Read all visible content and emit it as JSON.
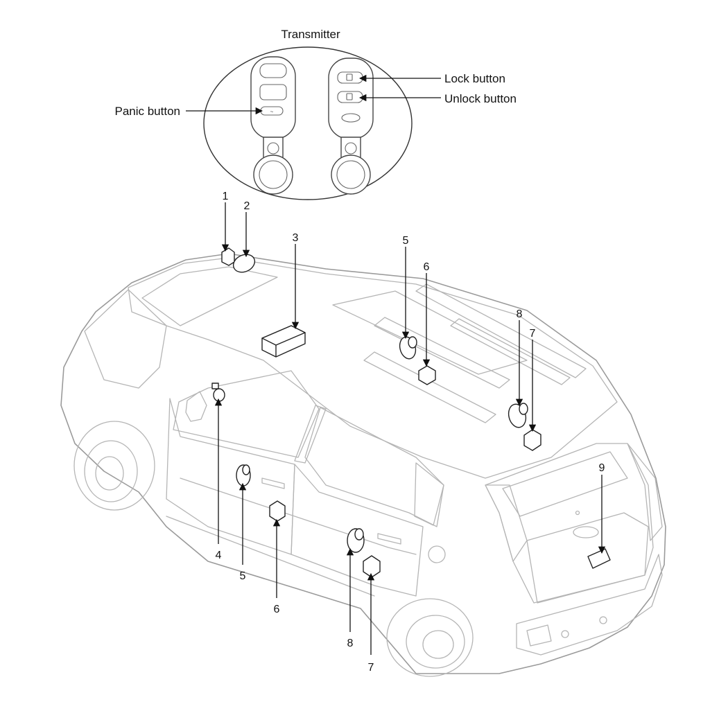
{
  "title": "Transmitter",
  "transmitter_labels": {
    "panic": "Panic button",
    "lock": "Lock button",
    "unlock": "Unlock button"
  },
  "callouts": [
    {
      "id": "c1",
      "number": "1"
    },
    {
      "id": "c2",
      "number": "2"
    },
    {
      "id": "c3",
      "number": "3"
    },
    {
      "id": "c5r",
      "number": "5"
    },
    {
      "id": "c6r",
      "number": "6"
    },
    {
      "id": "c8r",
      "number": "8"
    },
    {
      "id": "c7r",
      "number": "7"
    },
    {
      "id": "c9",
      "number": "9"
    },
    {
      "id": "c4",
      "number": "4"
    },
    {
      "id": "c5l",
      "number": "5"
    },
    {
      "id": "c6l",
      "number": "6"
    },
    {
      "id": "c8l",
      "number": "8"
    },
    {
      "id": "c7l",
      "number": "7"
    }
  ]
}
